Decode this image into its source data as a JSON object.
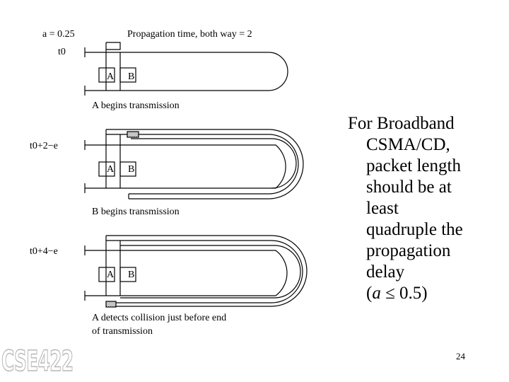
{
  "diagram": {
    "top_left_label": "a = 0.25",
    "prop_label": "Propagation time, both way = 2",
    "panels": [
      {
        "time_label": "t0",
        "station_a": "A",
        "station_b": "B",
        "caption": "A begins transmission"
      },
      {
        "time_label": "t0+2−e",
        "station_a": "A",
        "station_b": "B",
        "caption": "B begins transmission"
      },
      {
        "time_label": "t0+4−e",
        "station_a": "A",
        "station_b": "B",
        "caption": "A detects collision just before end",
        "caption2": "of transmission"
      }
    ]
  },
  "side_text": {
    "lines": [
      "For Broadband",
      "CSMA/CD,",
      "packet length",
      "should be at",
      "least",
      "quadruple the",
      "propagation",
      "delay"
    ],
    "condition_open": "(",
    "condition_var": "a",
    "condition_rest": " ≤ 0.5)"
  },
  "page_number": "24",
  "logo": "CSE422",
  "colors": {
    "line": "#000000",
    "hatch": "#9a9a9a",
    "logo_outline": "#b8b8b8"
  }
}
